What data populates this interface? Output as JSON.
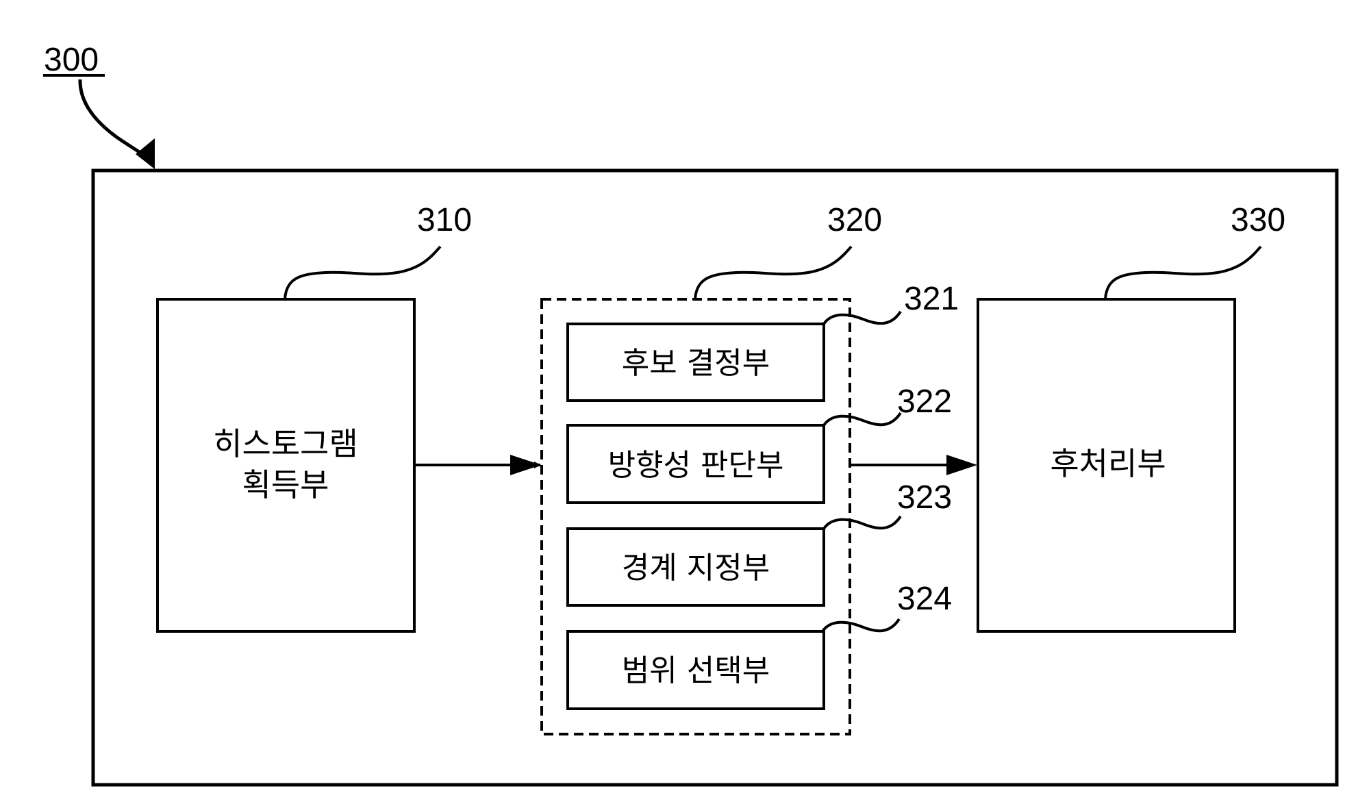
{
  "figure": {
    "ref_label": "300",
    "blocks": {
      "histogram": {
        "ref": "310",
        "line1": "히스토그램",
        "line2": "획득부"
      },
      "processor": {
        "ref": "320",
        "units": [
          {
            "ref": "321",
            "label": "후보 결정부"
          },
          {
            "ref": "322",
            "label": "방향성 판단부"
          },
          {
            "ref": "323",
            "label": "경계 지정부"
          },
          {
            "ref": "324",
            "label": "범위 선택부"
          }
        ]
      },
      "postprocess": {
        "ref": "330",
        "label": "후처리부"
      }
    }
  }
}
